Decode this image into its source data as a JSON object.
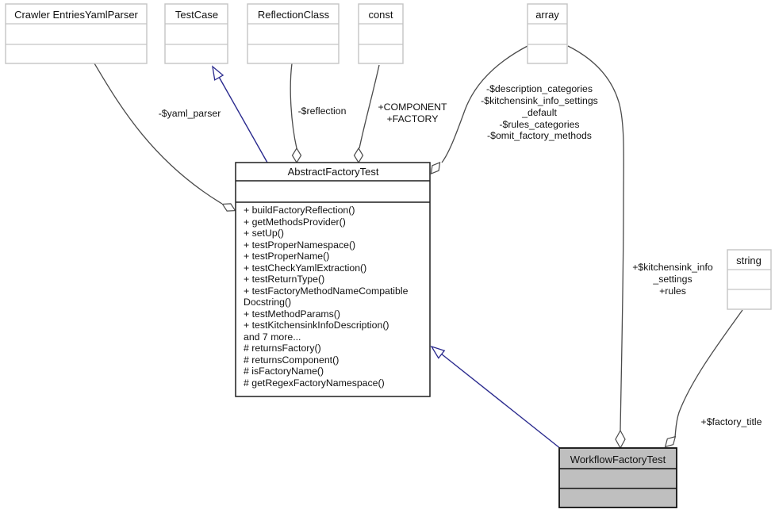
{
  "diagram_title": "AbstractFactoryTest collaboration diagram",
  "colors": {
    "background": "#ffffff",
    "edge_line": "#4b4b4b",
    "inheritance_blue": "#2a2a8e",
    "external_box_border": "#c4c4c4",
    "box_border": "#111111",
    "highlight_fill": "#bfbfbf",
    "text": "#111111"
  },
  "nodes": {
    "crawler": {
      "label": "Crawler EntriesYamlParser"
    },
    "testcase": {
      "label": "TestCase"
    },
    "reflectionclass": {
      "label": "ReflectionClass"
    },
    "const": {
      "label": "const"
    },
    "array": {
      "label": "array"
    },
    "string": {
      "label": "string"
    },
    "abstract_factory_test": {
      "label": "AbstractFactoryTest",
      "members": [
        "+ buildFactoryReflection()",
        "+ getMethodsProvider()",
        "+ setUp()",
        "+ testProperNamespace()",
        "+ testProperName()",
        "+ testCheckYamlExtraction()",
        "+ testReturnType()",
        "+ testFactoryMethodNameCompatible",
        "Docstring()",
        "+ testMethodParams()",
        "+ testKitchensinkInfoDescription()",
        "and 7 more...",
        "# returnsFactory()",
        "# returnsComponent()",
        "# isFactoryName()",
        "# getRegexFactoryNamespace()"
      ]
    },
    "workflow_factory_test": {
      "label": "WorkflowFactoryTest"
    }
  },
  "edges": {
    "yaml_parser": {
      "label": "-$yaml_parser",
      "marker": "open-diamond"
    },
    "testcase_inheritance": {
      "marker": "hollow-triangle"
    },
    "reflection": {
      "label": "-$reflection",
      "marker": "open-diamond"
    },
    "component_factory": {
      "lines": [
        "+COMPONENT",
        "+FACTORY"
      ],
      "marker": "open-diamond"
    },
    "array_to_abstract": {
      "lines": [
        "-$description_categories",
        "-$kitchensink_info_settings",
        "_default",
        "-$rules_categories",
        "-$omit_factory_methods"
      ],
      "marker": "open-diamond"
    },
    "array_to_workflow": {
      "lines": [
        "+$kitchensink_info",
        "_settings",
        "+rules"
      ],
      "marker": "open-diamond"
    },
    "factory_title": {
      "label": "+$factory_title",
      "marker": "open-diamond"
    },
    "abstract_inheritance": {
      "marker": "hollow-triangle"
    }
  }
}
